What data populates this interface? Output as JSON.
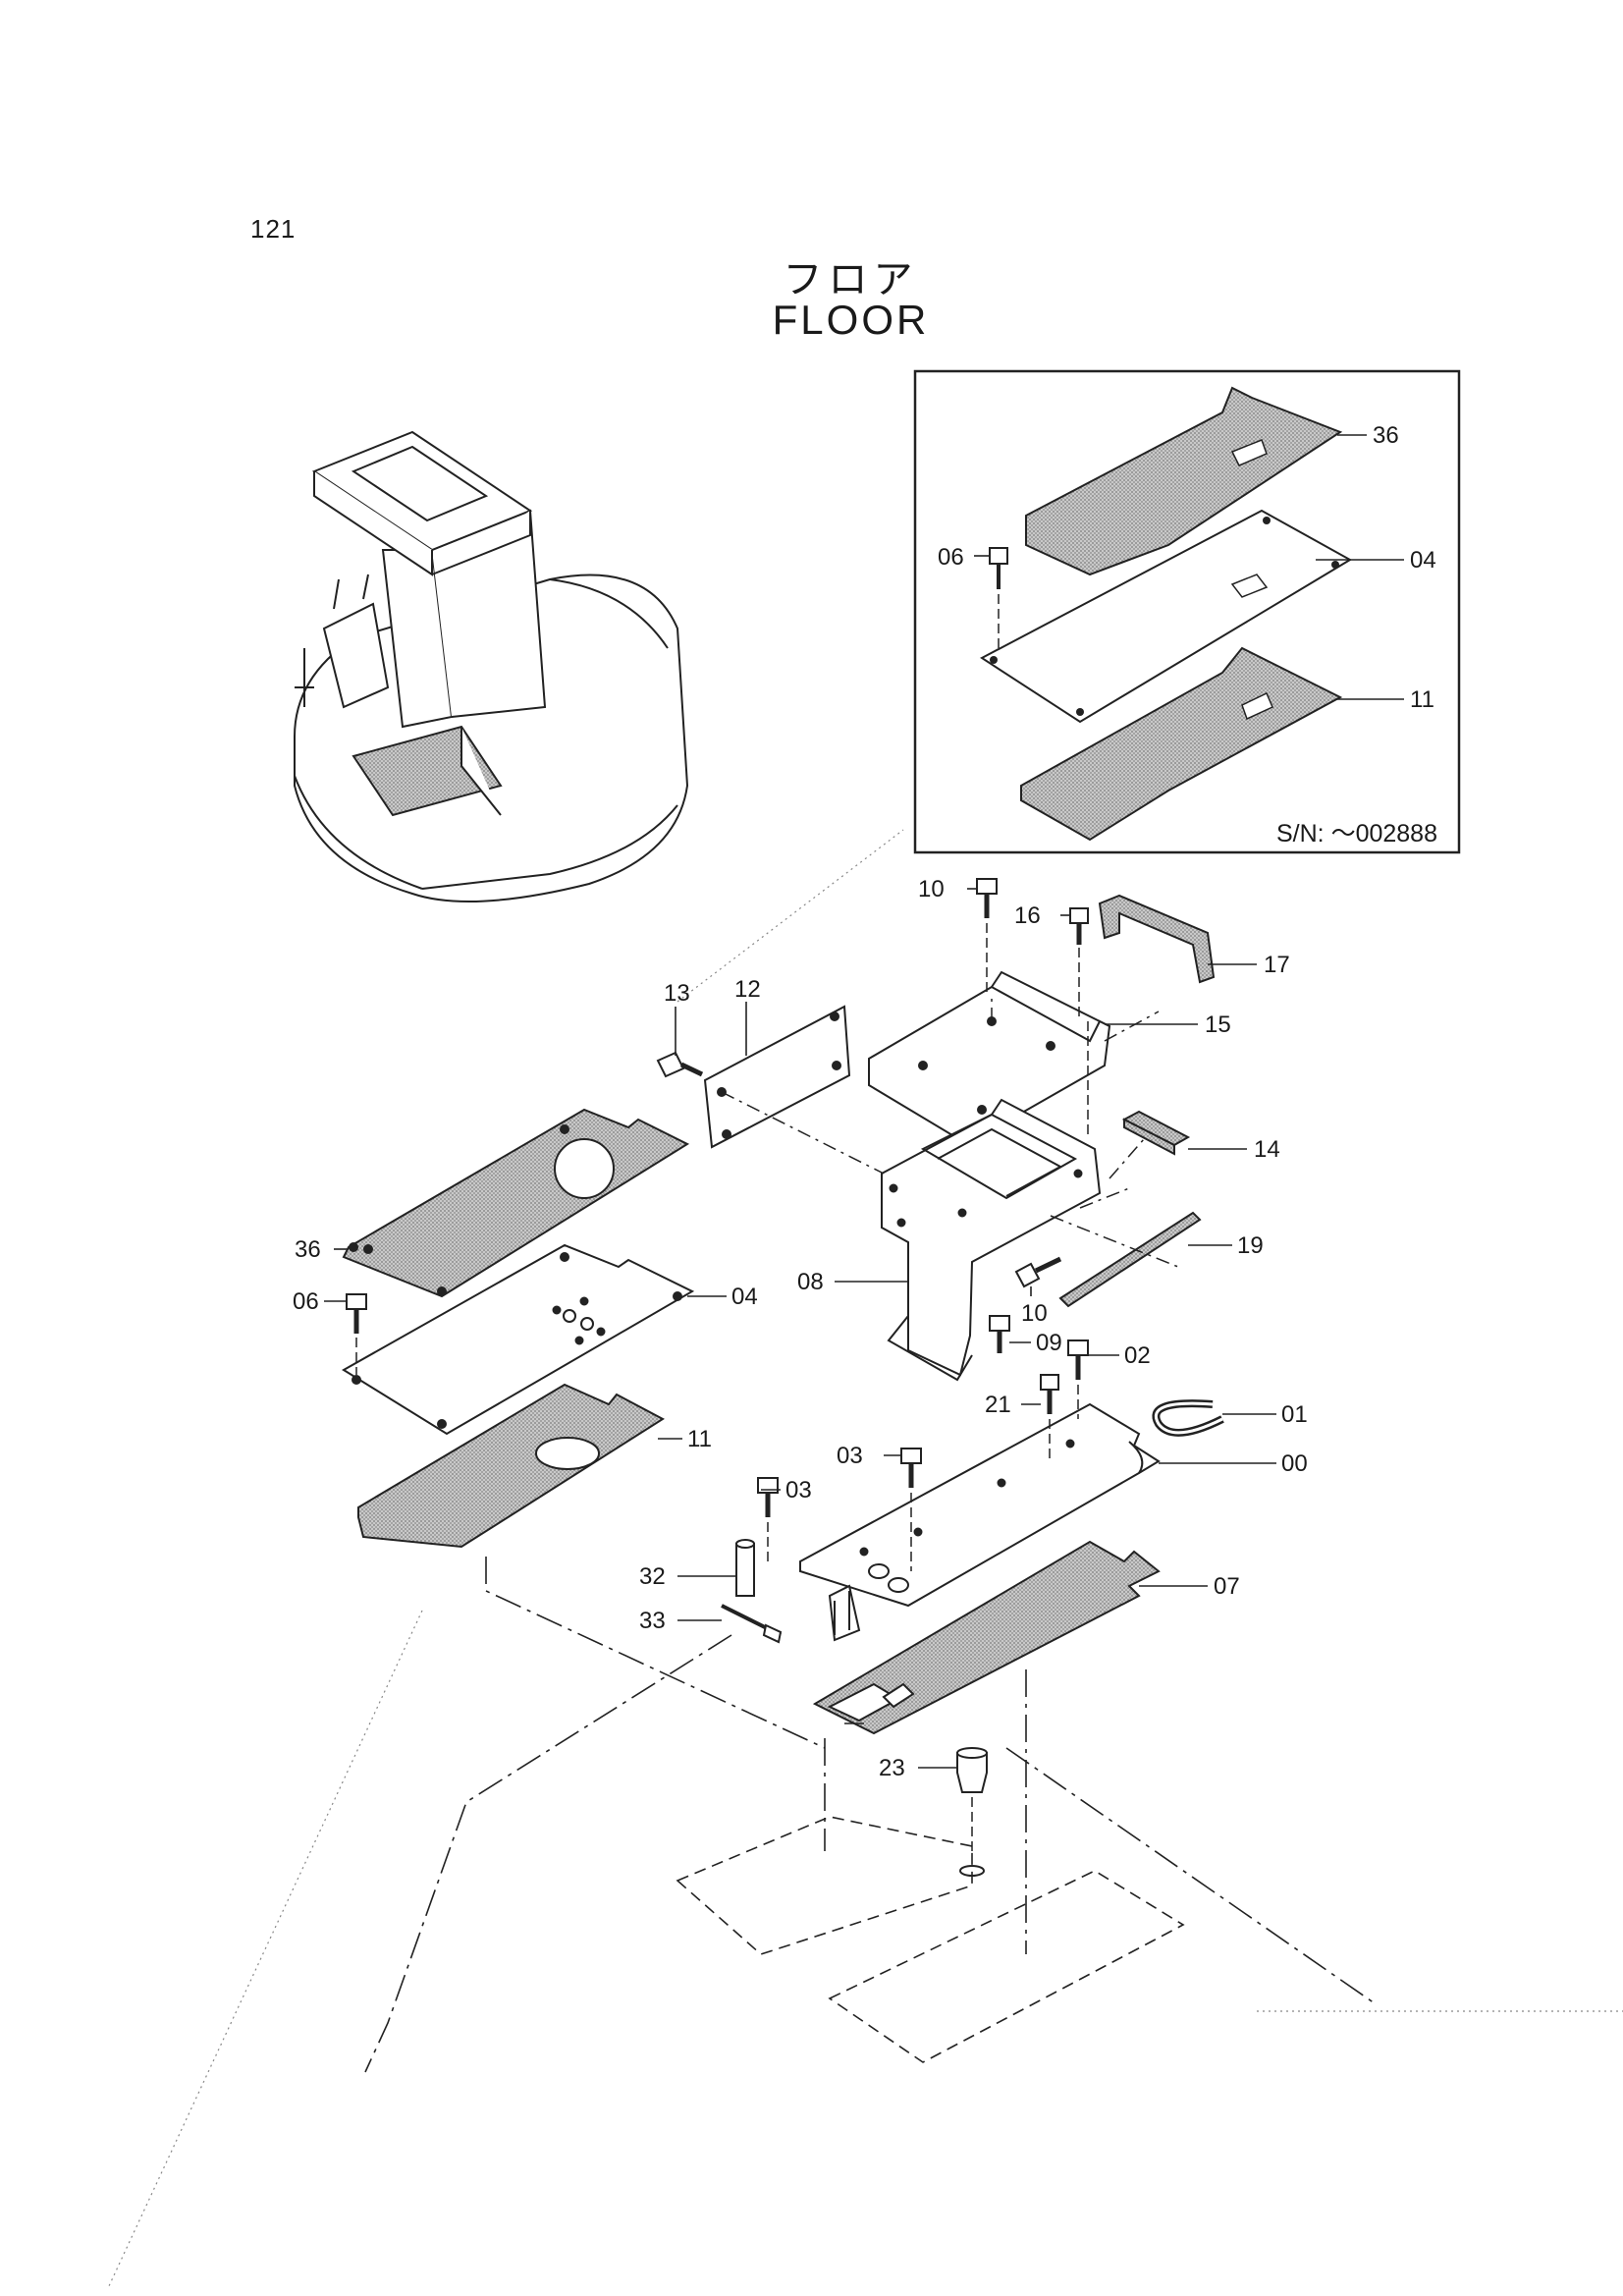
{
  "page_number": "121",
  "title_jp": "フロア",
  "title_en": "FLOOR",
  "inset_note": "S/N: ～002888",
  "callouts": {
    "c36a": "36",
    "c04a": "04",
    "c06a": "06",
    "c11a": "11",
    "c10a": "10",
    "c16": "16",
    "c17": "17",
    "c13": "13",
    "c12": "12",
    "c15": "15",
    "c14": "14",
    "c19": "19",
    "c36b": "36",
    "c08": "08",
    "c10b": "10",
    "c06b": "06",
    "c04b": "04",
    "c09": "09",
    "c02": "02",
    "c21": "21",
    "c01": "01",
    "c11b": "11",
    "c03a": "03",
    "c00": "00",
    "c03b": "03",
    "c32": "32",
    "c07": "07",
    "c33": "33",
    "c23": "23"
  }
}
